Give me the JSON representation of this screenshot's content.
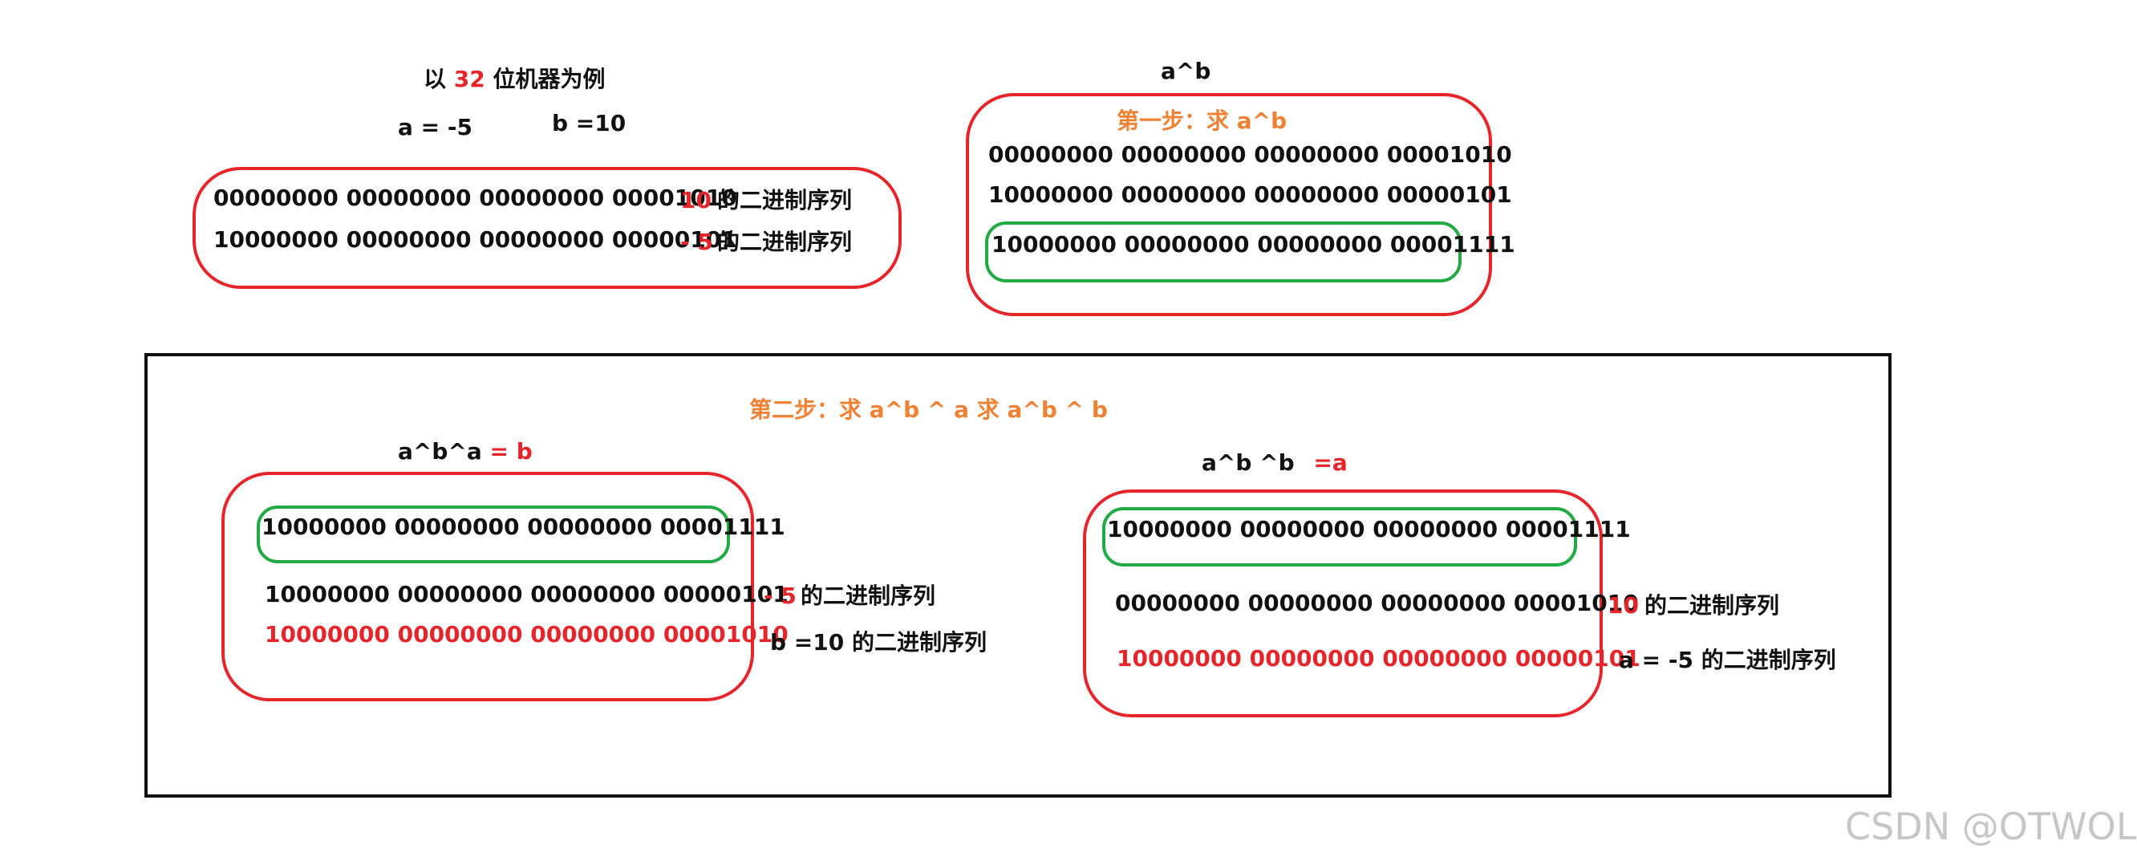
{
  "top_left": {
    "title_prefix": "以",
    "title_num": "32",
    "title_suffix": "位机器为例",
    "a_def": "a = -5",
    "b_def": "b =10",
    "row1_bits": "00000000 00000000 00000000 00001010",
    "row1_num": "10",
    "row1_label": "的二进制序列",
    "row2_bits": "10000000 00000000 00000000 00000101",
    "row2_num": "- 5",
    "row2_label": "的二进制序列"
  },
  "top_right": {
    "header": "a^b",
    "step1": "第一步：求 a^b",
    "row1_bits": "00000000 00000000 00000000 00001010",
    "row2_bits": "10000000 00000000 00000000 00000101",
    "result_bits": "10000000 00000000 00000000 00001111"
  },
  "bottom": {
    "step2": "第二步：求 a^b ^ a   求 a^b ^ b",
    "left": {
      "header_expr": "a^b^a",
      "header_result": "= b",
      "xor_bits": "10000000 00000000 00000000 00001111",
      "row1_bits": "10000000 00000000 00000000 00000101",
      "row1_num": "- 5",
      "row1_label": "的二进制序列",
      "row2_bits": "10000000 00000000 00000000 00001010",
      "row2_label": "b =10  的二进制序列"
    },
    "right": {
      "header_expr": "a^b ^b",
      "header_result": "=a",
      "xor_bits": "10000000 00000000 00000000 00001111",
      "row1_bits": "00000000 00000000 00000000 00001010",
      "row1_num": "10",
      "row1_label": "的二进制序列",
      "row2_bits": "10000000 00000000 00000000 00000101",
      "row2_label": "a = -5  的二进制序列"
    }
  },
  "watermark": "CSDN @OTWOL",
  "colors": {
    "red": "#e5252a",
    "orange": "#ee8133",
    "green": "#22aa44",
    "black": "#111111"
  }
}
